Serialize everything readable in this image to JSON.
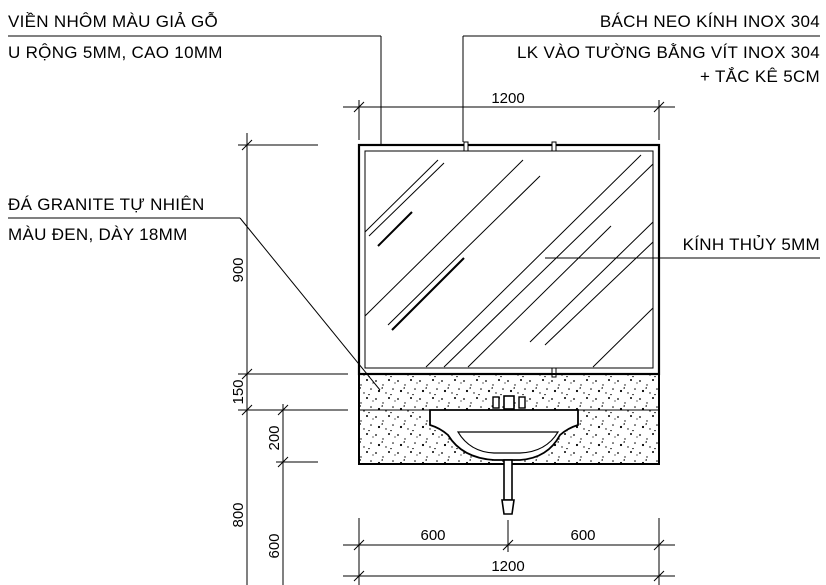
{
  "annotations": {
    "frame_line1": "VIỀN NHÔM MÀU GIẢ GỖ",
    "frame_line2": "U RỘNG 5MM, CAO 10MM",
    "anchor_line1": "BÁCH NEO KÍNH INOX 304",
    "anchor_line2": "LK VÀO TƯỜNG BẰNG VÍT INOX 304",
    "anchor_line3": "+ TẮC KÊ 5CM",
    "granite_line1": "ĐÁ GRANITE TỰ NHIÊN",
    "granite_line2": "MÀU ĐEN, DÀY 18MM",
    "glass": "KÍNH THỦY 5MM"
  },
  "dimensions": {
    "top_width": "1200",
    "mirror_height": "900",
    "counter_thickness": "150",
    "sink_depth": "200",
    "floor_to_counter": "800",
    "floor_to_sink": "600",
    "left_half": "600",
    "right_half": "600",
    "bottom_width": "1200"
  }
}
